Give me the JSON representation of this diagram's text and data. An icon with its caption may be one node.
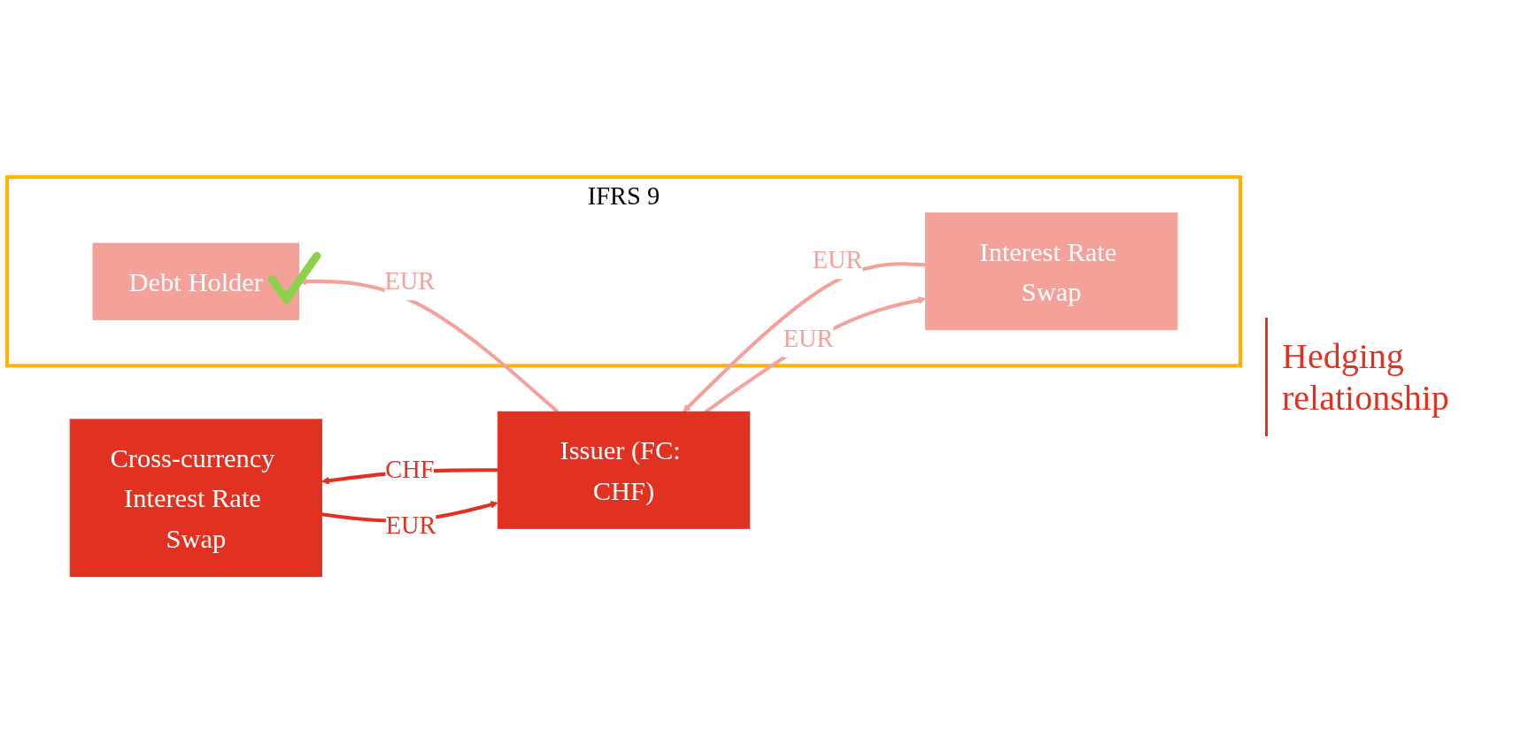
{
  "diagram": {
    "nodes": [
      {
        "text": [
          "IFRS 9"
        ]
      },
      {
        "text": [
          "Debt Holder"
        ],
        "in": 0
      },
      {
        "text": [
          "Interest Rate Swap"
        ],
        "in": 0
      },
      {
        "text": [
          "Issuer (FC: CHF)"
        ]
      },
      {
        "text": [
          "Cross-currency Interest Rate Swap"
        ]
      }
    ],
    "edges": [
      {
        "from": 3,
        "to": 1,
        "arrow": "to",
        "label": "EUR"
      },
      {
        "from": 2,
        "to": 3,
        "arrow": "to",
        "label": "EUR"
      },
      {
        "from": 3,
        "to": 2,
        "arrow": "to",
        "label": "EUR"
      },
      {
        "from": 4,
        "to": 3,
        "arrow": "to",
        "label": "EUR",
        "color": "#e03121"
      },
      {
        "from": 3,
        "to": 4,
        "arrow": "to",
        "label": "CHF",
        "color": "#e03121"
      }
    ],
    "labels": [
      "Hedging relationship"
    ]
  }
}
